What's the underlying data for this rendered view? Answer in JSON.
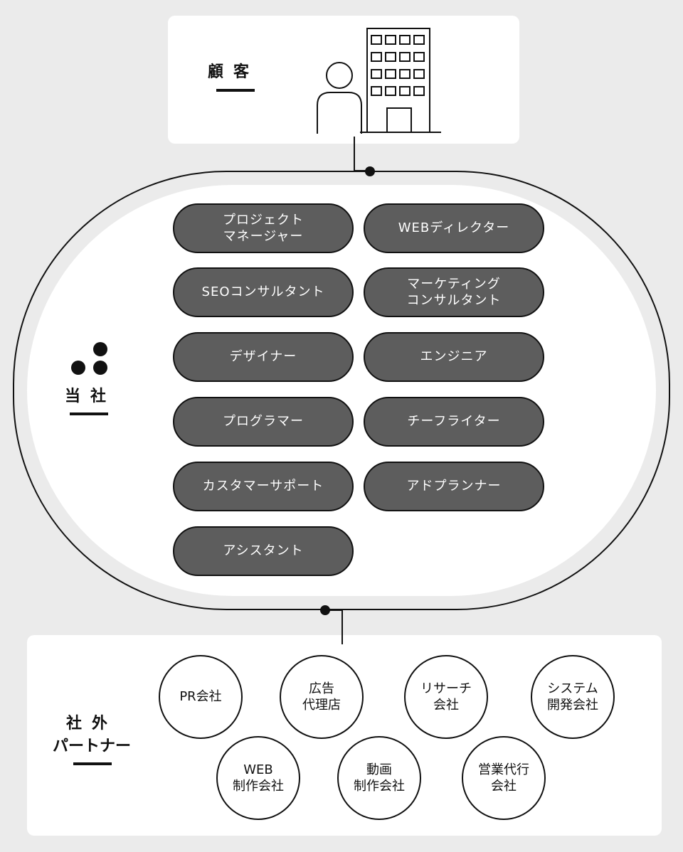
{
  "customer": {
    "label": "顧客",
    "icons": [
      "person-icon",
      "office-building-icon"
    ]
  },
  "company": {
    "label": "当社",
    "roles": [
      "プロジェクト\nマネージャー",
      "WEBディレクター",
      "SEOコンサルタント",
      "マーケティング\nコンサルタント",
      "デザイナー",
      "エンジニア",
      "プログラマー",
      "チーフライター",
      "カスタマーサポート",
      "アドプランナー",
      "アシスタント"
    ]
  },
  "partners": {
    "label_line1": "社外",
    "label_line2": "パートナー",
    "items": [
      "PR会社",
      "広告\n代理店",
      "リサーチ\n会社",
      "システム\n開発会社",
      "WEB\n制作会社",
      "動画\n制作会社",
      "営業代行\n会社"
    ]
  },
  "colors": {
    "background": "#ebebeb",
    "panel": "#ffffff",
    "pill": "#5d5d5d",
    "ink": "#111111"
  }
}
